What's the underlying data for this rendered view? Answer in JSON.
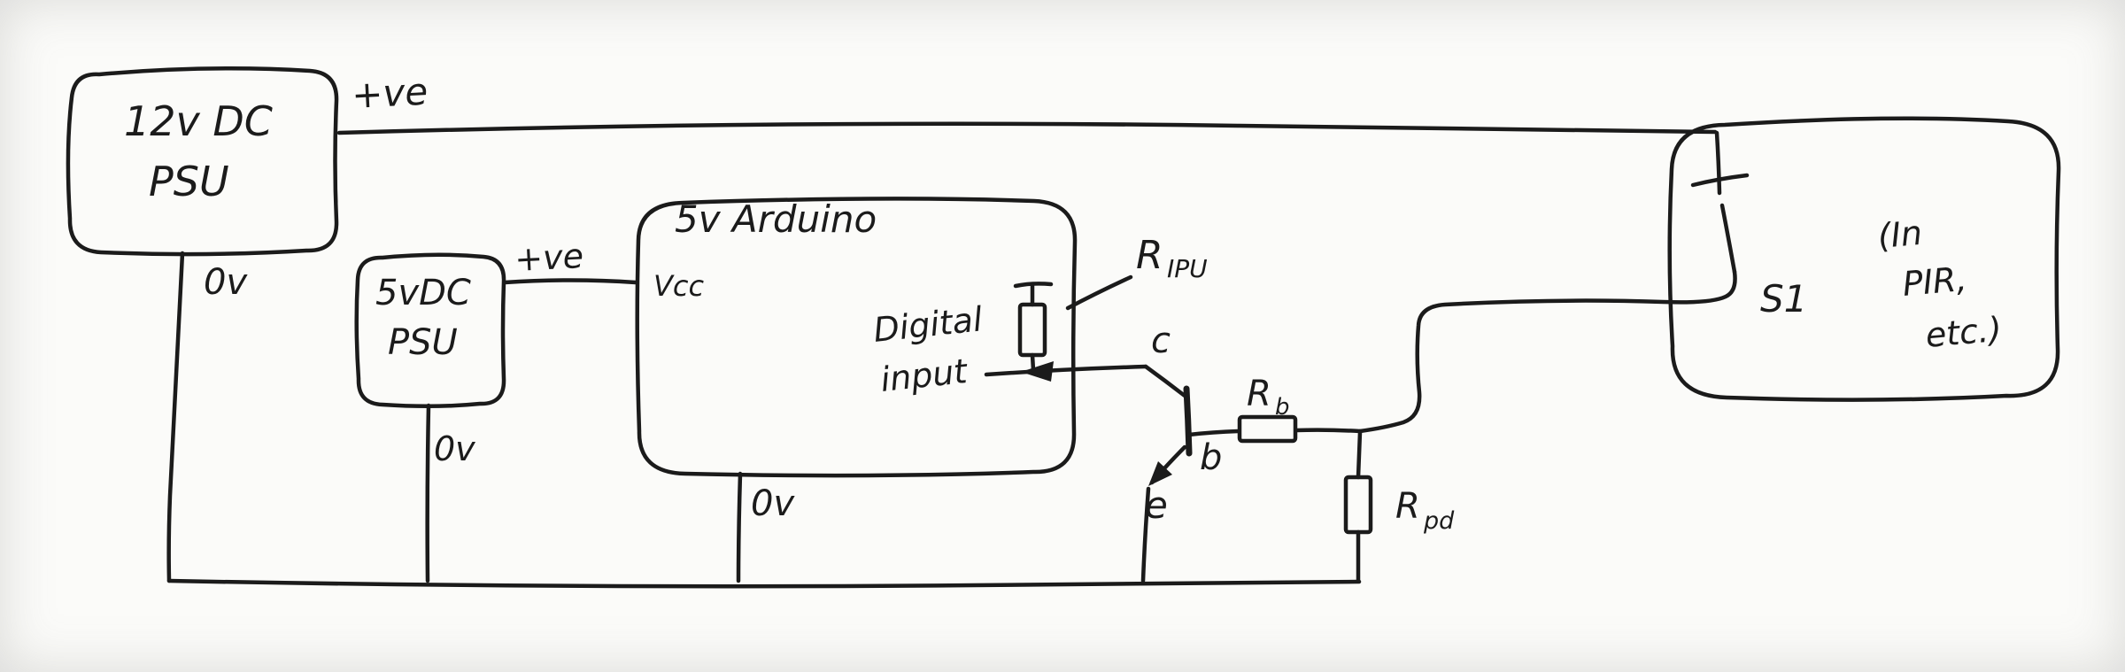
{
  "colors": {
    "ink": "#1b1b1b",
    "paper": "#fbfbf9"
  },
  "psu12": {
    "title_line1": "12v DC",
    "title_line2": "PSU",
    "positive_label": "+ve",
    "ground_label": "0v"
  },
  "psu5": {
    "title_line1": "5vDC",
    "title_line2": "PSU",
    "positive_label": "+ve",
    "ground_label": "0v"
  },
  "arduino": {
    "title": "5v Arduino",
    "vcc_label": "Vcc",
    "digital_label_line1": "Digital",
    "digital_label_line2": "input",
    "ground_label": "0v"
  },
  "resistors": {
    "internal_pullup": {
      "symbol": "R",
      "subscript": "IPU"
    },
    "base": {
      "symbol": "R",
      "subscript": "b"
    },
    "pulldown": {
      "symbol": "R",
      "subscript": "pd"
    }
  },
  "transistor": {
    "collector_label": "c",
    "base_label": "b",
    "emitter_label": "e"
  },
  "switch": {
    "label": "S1",
    "note_line1": "(In",
    "note_line2": "PIR,",
    "note_line3": "etc.)"
  }
}
